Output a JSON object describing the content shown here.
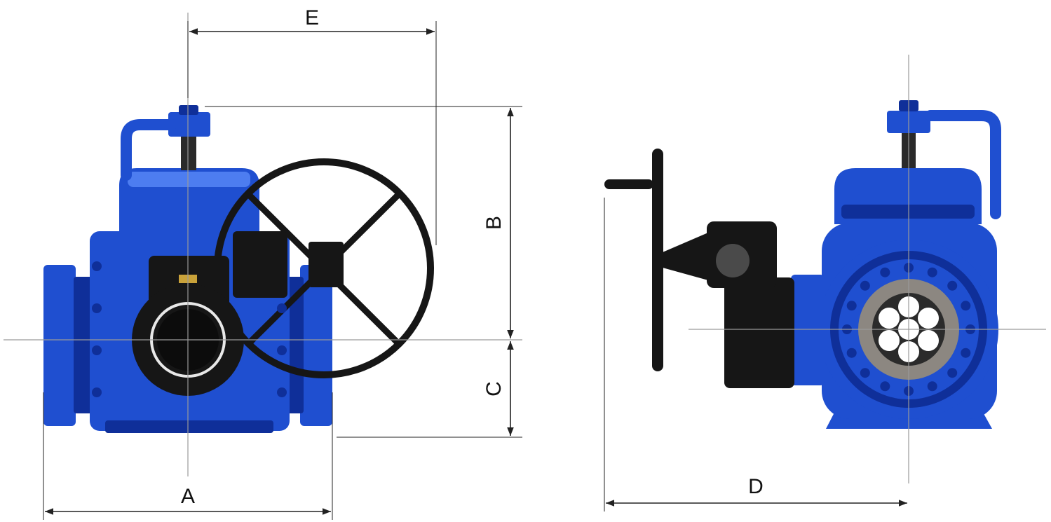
{
  "labels": {
    "a": "A",
    "b": "B",
    "c": "C",
    "d": "D",
    "e": "E"
  },
  "colors": {
    "valve_body": "#1f4fd0",
    "valve_body_dark": "#0f2f99",
    "valve_body_light": "#4d7df0",
    "actuator": "#161616",
    "dimension_line": "#222222",
    "center_line": "#9a9a9a",
    "seat_ring": "#8c8781"
  }
}
